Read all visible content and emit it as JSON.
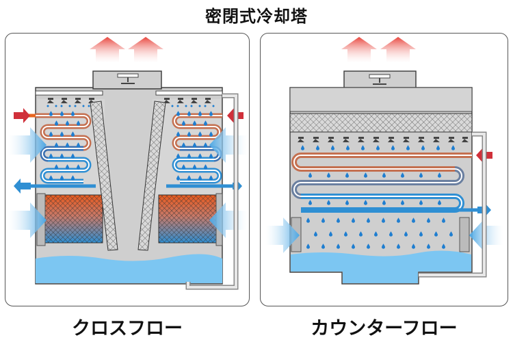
{
  "title": "密閉式冷却塔",
  "panels": {
    "left": {
      "caption": "クロスフロー"
    },
    "right": {
      "caption": "カウンターフロー"
    }
  },
  "colors": {
    "air_in": "#5aaee6",
    "air_out": "#e8453c",
    "hot_pipe": "#e8661f",
    "cold_pipe": "#2f8fd3",
    "water_basin": "#7cc6f2",
    "casing": "#c8c8c8",
    "drop": "#1f7ed0"
  },
  "icons": [
    "fan-icon",
    "spray-nozzle-icon",
    "water-drop-icon",
    "inlet-arrow-icon",
    "outlet-arrow-icon",
    "air-flow-arrow-icon",
    "exhaust-arrow-icon"
  ]
}
